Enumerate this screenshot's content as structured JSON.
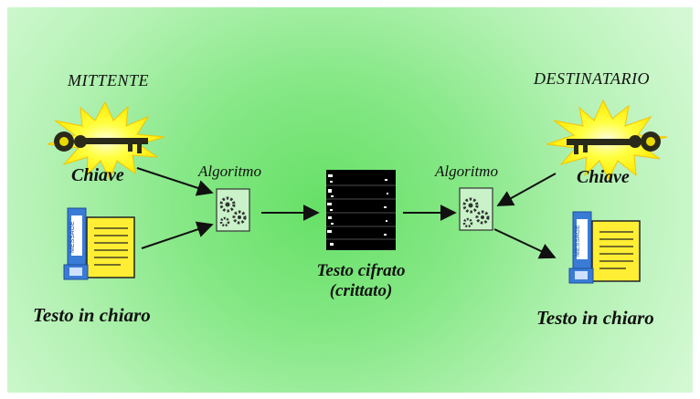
{
  "sender": {
    "role_label": "MITTENTE",
    "key_label": "Chiave",
    "plaintext_label": "Testo in chiaro",
    "algorithm_label": "Algoritmo",
    "document_tag": "MESSAGE"
  },
  "ciphertext": {
    "line1": "Testo cifrato",
    "line2": "(crittato)"
  },
  "receiver": {
    "role_label": "DESTINATARIO",
    "key_label": "Chiave",
    "plaintext_label": "Testo in chiaro",
    "algorithm_label": "Algoritmo",
    "document_tag": "MESSAGE"
  },
  "colors": {
    "background_center": "#66e066",
    "background_edge": "#d3f8d3",
    "key_glow": "#ffee00",
    "document_yellow": "#ffee33",
    "document_blue": "#3a7bd5",
    "ciphertext_block": "#000000"
  },
  "icons": [
    "key-icon",
    "burst-icon",
    "document-icon",
    "gears-icon",
    "ciphertext-icon",
    "arrow-icon"
  ]
}
